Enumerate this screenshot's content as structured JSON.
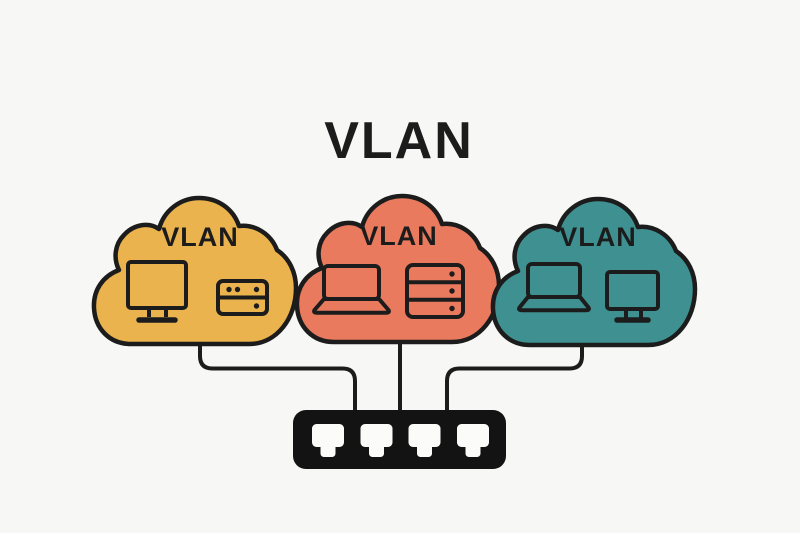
{
  "title": "VLAN",
  "colors": {
    "background": "#f7f7f5",
    "ink": "#1c1c1c",
    "switch_body": "#131313",
    "port_fill": "#fbfbfa"
  },
  "clouds": [
    {
      "id": "vlan-1",
      "label": "VLAN",
      "color": "#eab34d",
      "devices": [
        "desktop-computer",
        "network-hub"
      ]
    },
    {
      "id": "vlan-2",
      "label": "VLAN",
      "color": "#e97a5e",
      "devices": [
        "laptop",
        "server-rack"
      ]
    },
    {
      "id": "vlan-3",
      "label": "VLAN",
      "color": "#3e9190",
      "devices": [
        "laptop",
        "desktop-computer"
      ]
    }
  ],
  "switch": {
    "name": "network-switch",
    "port_count": 4
  }
}
